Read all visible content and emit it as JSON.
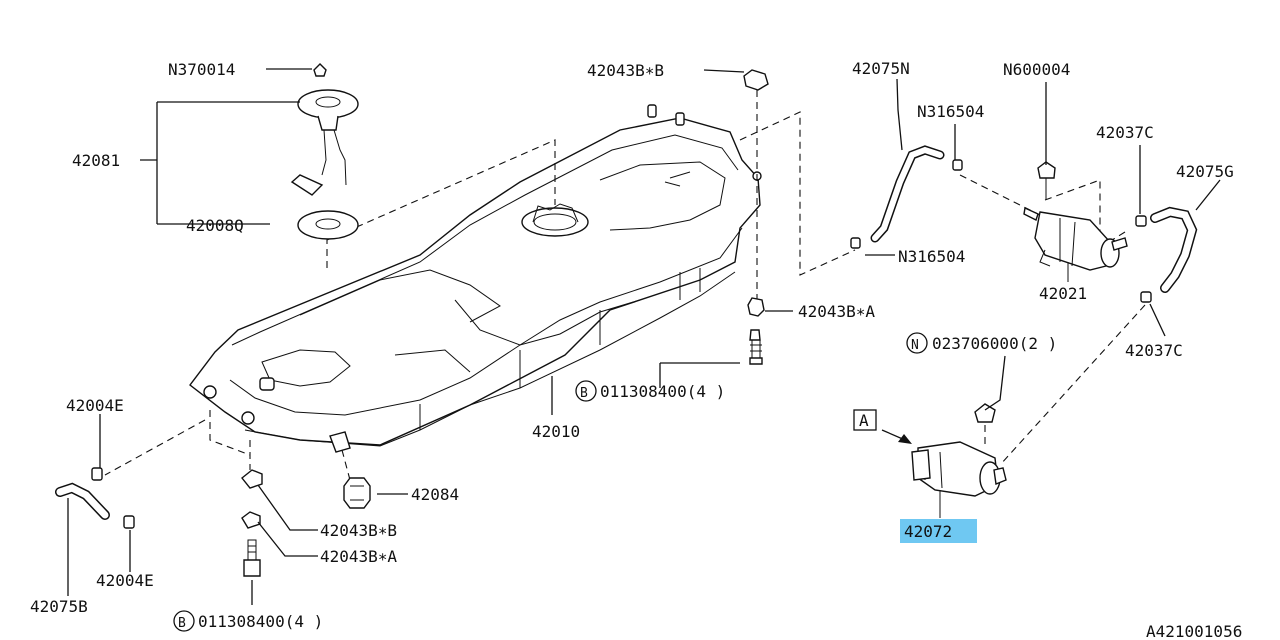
{
  "labels": {
    "n370014": "N370014",
    "p42081": "42081",
    "p42008q": "42008Q",
    "p42043b_b_top": "42043B∗B",
    "p42075n": "42075N",
    "n316504_top": "N316504",
    "n316504_mid": "N316504",
    "n600004": "N600004",
    "p42037c_top": "42037C",
    "p42075g": "42075G",
    "p42021": "42021",
    "p42043b_a_mid": "42043B∗A",
    "n023706000": "023706000(2 )",
    "p42037c_bot": "42037C",
    "b011308400_mid": "011308400(4 )",
    "p42010": "42010",
    "p42004e_top": "42004E",
    "p42084": "42084",
    "p42043b_b_bot": "42043B∗B",
    "p42043b_a_bot": "42043B∗A",
    "p42004e_bot": "42004E",
    "p42075b": "42075B",
    "b011308400_bot": "011308400(4 )",
    "box_a": "A",
    "p42072": "42072",
    "diagram_code": "A421001056",
    "circle_n": "N",
    "circle_b": "B"
  },
  "highlight_color": "#6fc8f2"
}
